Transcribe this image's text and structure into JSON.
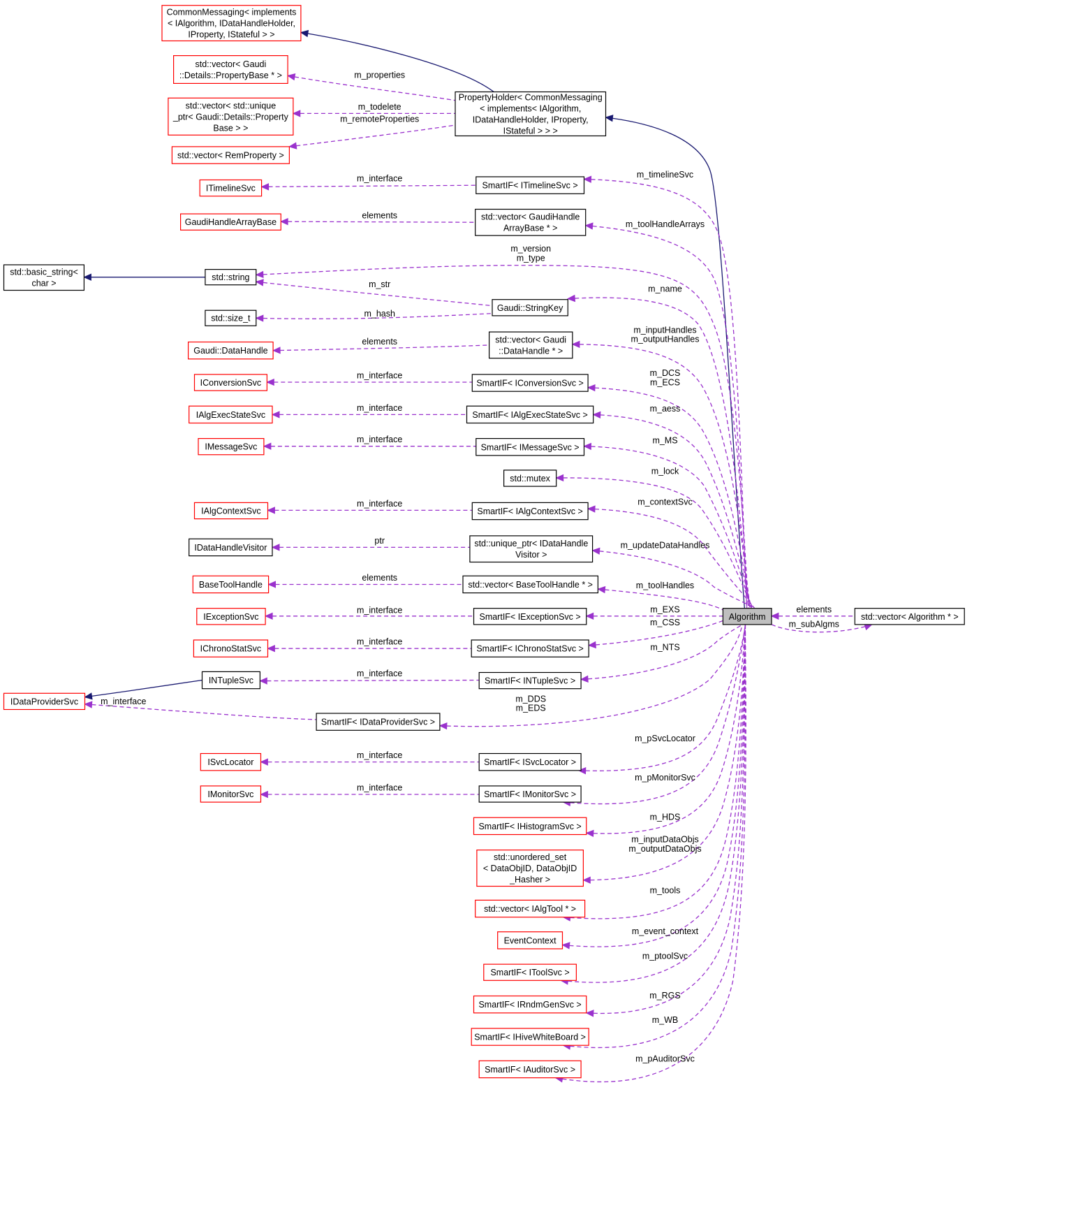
{
  "diagram": {
    "nodes": {
      "algorithm": [
        "Algorithm"
      ],
      "vector_algorithm": [
        "std::vector< Algorithm * >"
      ],
      "common_messaging": [
        "CommonMessaging< implements",
        "< IAlgorithm, IDataHandleHolder,",
        "IProperty, IStateful > >"
      ],
      "property_holder": [
        "PropertyHolder< CommonMessaging",
        "< implements< IAlgorithm,",
        "IDataHandleHolder, IProperty,",
        "IStateful > > >"
      ],
      "vector_propertybase": [
        "std::vector< Gaudi",
        "::Details::PropertyBase * >"
      ],
      "vector_unique_ptr": [
        "std::vector< std::unique",
        "_ptr< Gaudi::Details::Property",
        "Base > >"
      ],
      "vector_remproperty": [
        "std::vector< RemProperty >"
      ],
      "itimelinesvc": [
        "ITimelineSvc"
      ],
      "smartif_itimelinesvc": [
        "SmartIF< ITimelineSvc >"
      ],
      "gaudihandlearraybase": [
        "GaudiHandleArrayBase"
      ],
      "vector_gaudihandlearraybase": [
        "std::vector< GaudiHandle",
        "ArrayBase * >"
      ],
      "basic_string": [
        "std::basic_string<",
        "char >"
      ],
      "std_string": [
        "std::string"
      ],
      "gaudi_stringkey": [
        "Gaudi::StringKey"
      ],
      "std_size_t": [
        "std::size_t"
      ],
      "gaudi_datahandle": [
        "Gaudi::DataHandle"
      ],
      "vector_datahandle": [
        "std::vector< Gaudi",
        "::DataHandle * >"
      ],
      "iconversionsvc": [
        "IConversionSvc"
      ],
      "smartif_iconversionsvc": [
        "SmartIF< IConversionSvc >"
      ],
      "ialgexecstatesvc": [
        "IAlgExecStateSvc"
      ],
      "smartif_ialgexecstatesvc": [
        "SmartIF< IAlgExecStateSvc >"
      ],
      "imessagesvc": [
        "IMessageSvc"
      ],
      "smartif_imessagesvc": [
        "SmartIF< IMessageSvc >"
      ],
      "std_mutex": [
        "std::mutex"
      ],
      "ialgcontextsvc": [
        "IAlgContextSvc"
      ],
      "smartif_ialgcontextsvc": [
        "SmartIF< IAlgContextSvc >"
      ],
      "idatahandlevisitor": [
        "IDataHandleVisitor"
      ],
      "unique_ptr_visitor": [
        "std::unique_ptr< IDataHandle",
        "Visitor >"
      ],
      "basetoolhandle": [
        "BaseToolHandle"
      ],
      "vector_basetoolhandle": [
        "std::vector< BaseToolHandle * >"
      ],
      "iexceptionsvc": [
        "IExceptionSvc"
      ],
      "smartif_iexceptionsvc": [
        "SmartIF< IExceptionSvc >"
      ],
      "ichronostatsvc": [
        "IChronoStatSvc"
      ],
      "smartif_ichronostatsvc": [
        "SmartIF< IChronoStatSvc >"
      ],
      "intuplesvc": [
        "INTupleSvc"
      ],
      "smartif_intuplesvc": [
        "SmartIF< INTupleSvc >"
      ],
      "idataprovidersvc": [
        "IDataProviderSvc"
      ],
      "smartif_idataprovidersvc": [
        "SmartIF< IDataProviderSvc >"
      ],
      "isvclocator": [
        "ISvcLocator"
      ],
      "smartif_isvclocator": [
        "SmartIF< ISvcLocator >"
      ],
      "imonitorsvc": [
        "IMonitorSvc"
      ],
      "smartif_imonitorsvc": [
        "SmartIF< IMonitorSvc >"
      ],
      "smartif_ihistogramsvc": [
        "SmartIF< IHistogramSvc >"
      ],
      "unordered_set": [
        "std::unordered_set",
        "< DataObjID, DataObjID",
        "_Hasher >"
      ],
      "vector_ialgtool": [
        "std::vector< IAlgTool * >"
      ],
      "eventcontext": [
        "EventContext"
      ],
      "smartif_itoolsvc": [
        "SmartIF< IToolSvc >"
      ],
      "smartif_irndmgensvc": [
        "SmartIF< IRndmGenSvc >"
      ],
      "smartif_ihivewhiteboard": [
        "SmartIF< IHiveWhiteBoard >"
      ],
      "smartif_iauditorsvc": [
        "SmartIF< IAuditorSvc >"
      ]
    },
    "edge_labels": {
      "m_properties": [
        "m_properties"
      ],
      "m_todelete": [
        "m_todelete"
      ],
      "m_remoteproperties": [
        "m_remoteProperties"
      ],
      "timeline_interface": [
        "m_interface"
      ],
      "m_timelinesvc": [
        "m_timelineSvc"
      ],
      "gharray_elements": [
        "elements"
      ],
      "m_toolhandlearrays": [
        "m_toolHandleArrays"
      ],
      "m_version_type": [
        "m_version",
        "m_type"
      ],
      "m_str": [
        "m_str"
      ],
      "m_name": [
        "m_name"
      ],
      "m_hash": [
        "m_hash"
      ],
      "datahandle_elements": [
        "elements"
      ],
      "m_handles": [
        "m_inputHandles",
        "m_outputHandles"
      ],
      "conversion_interface": [
        "m_interface"
      ],
      "m_dcs_ecs": [
        "m_DCS",
        "m_ECS"
      ],
      "algexec_interface": [
        "m_interface"
      ],
      "m_aess": [
        "m_aess"
      ],
      "message_interface": [
        "m_interface"
      ],
      "m_ms": [
        "m_MS"
      ],
      "m_lock": [
        "m_lock"
      ],
      "context_interface": [
        "m_interface"
      ],
      "m_contextsvc": [
        "m_contextSvc"
      ],
      "ptr": [
        "ptr"
      ],
      "m_updatedatahandles": [
        "m_updateDataHandles"
      ],
      "toolhandle_elements": [
        "elements"
      ],
      "m_toolhandles": [
        "m_toolHandles"
      ],
      "exception_interface": [
        "m_interface"
      ],
      "m_exs": [
        "m_EXS"
      ],
      "m_css": [
        "m_CSS"
      ],
      "chrono_interface": [
        "m_interface"
      ],
      "ntuple_interface": [
        "m_interface"
      ],
      "m_nts": [
        "m_NTS"
      ],
      "dataprovider_interface": [
        "m_interface"
      ],
      "m_dds_eds": [
        "m_DDS",
        "m_EDS"
      ],
      "svclocator_interface": [
        "m_interface"
      ],
      "m_psvclocator": [
        "m_pSvcLocator"
      ],
      "monitor_interface": [
        "m_interface"
      ],
      "m_pmonitorsvc": [
        "m_pMonitorSvc"
      ],
      "m_hds": [
        "m_HDS"
      ],
      "m_dataobjs": [
        "m_inputDataObjs",
        "m_outputDataObjs"
      ],
      "m_tools": [
        "m_tools"
      ],
      "m_event_context": [
        "m_event_context"
      ],
      "m_ptoolsvc": [
        "m_ptoolSvc"
      ],
      "m_rgs": [
        "m_RGS"
      ],
      "m_wb": [
        "m_WB"
      ],
      "m_pauditorsvc": [
        "m_pAuditorSvc"
      ],
      "subalgs_elements": [
        "elements"
      ],
      "m_subalgms": [
        "m_subAlgms"
      ]
    },
    "colors": {
      "usage_edge": "#9a32cd",
      "inheritance_edge": "#191970",
      "undocumented_border": "#ff0000",
      "documented_border": "#000000",
      "focus_fill": "#bfbfbf"
    }
  }
}
